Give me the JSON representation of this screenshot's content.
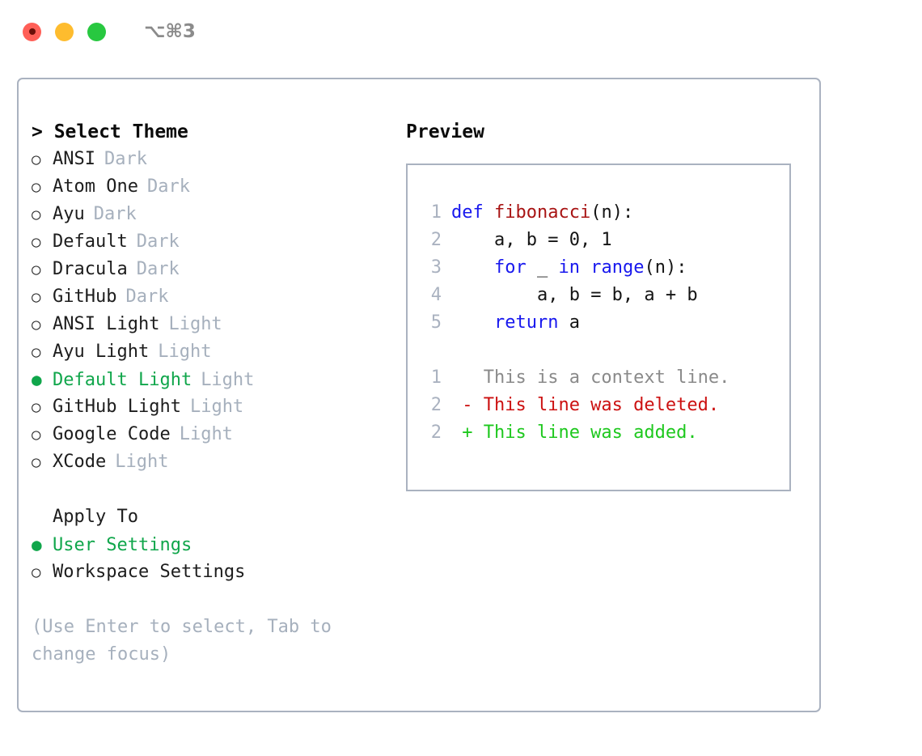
{
  "titlebar": {
    "shortcut": "⌥⌘3",
    "buttons": [
      {
        "name": "close",
        "color": "#ff5f57"
      },
      {
        "name": "minimize",
        "color": "#febc2e"
      },
      {
        "name": "maximize",
        "color": "#28c840"
      }
    ]
  },
  "theme_picker": {
    "header": "> Select Theme",
    "selected_bullet": "●",
    "unselected_bullet": "○",
    "selected_color": "#10a64b",
    "mode_label_color": "#a6b0bd",
    "items": [
      {
        "name": "ANSI",
        "mode": "Dark",
        "selected": false
      },
      {
        "name": "Atom One",
        "mode": "Dark",
        "selected": false
      },
      {
        "name": "Ayu",
        "mode": "Dark",
        "selected": false
      },
      {
        "name": "Default",
        "mode": "Dark",
        "selected": false
      },
      {
        "name": "Dracula",
        "mode": "Dark",
        "selected": false
      },
      {
        "name": "GitHub",
        "mode": "Dark",
        "selected": false
      },
      {
        "name": "ANSI Light",
        "mode": "Light",
        "selected": false
      },
      {
        "name": "Ayu Light",
        "mode": "Light",
        "selected": false
      },
      {
        "name": "Default Light",
        "mode": "Light",
        "selected": true
      },
      {
        "name": "GitHub Light",
        "mode": "Light",
        "selected": false
      },
      {
        "name": "Google Code",
        "mode": "Light",
        "selected": false
      },
      {
        "name": "XCode",
        "mode": "Light",
        "selected": false
      }
    ]
  },
  "apply_to": {
    "header": "Apply To",
    "items": [
      {
        "name": "User Settings",
        "selected": true
      },
      {
        "name": "Workspace Settings",
        "selected": false
      }
    ]
  },
  "hint": "(Use Enter to select, Tab to change focus)",
  "preview": {
    "title": "Preview",
    "code_lines": [
      {
        "lineno": "1",
        "indent": "",
        "tokens": [
          {
            "t": "def ",
            "c": "kw"
          },
          {
            "t": "fibonacci",
            "c": "fn"
          },
          {
            "t": "(n):",
            "c": "plain"
          }
        ]
      },
      {
        "lineno": "2",
        "indent": "    ",
        "tokens": [
          {
            "t": "a, b = 0, 1",
            "c": "plain"
          }
        ]
      },
      {
        "lineno": "3",
        "indent": "    ",
        "tokens": [
          {
            "t": "for ",
            "c": "kw"
          },
          {
            "t": "_ ",
            "c": "plain"
          },
          {
            "t": "in ",
            "c": "kw"
          },
          {
            "t": "range",
            "c": "kw"
          },
          {
            "t": "(n):",
            "c": "plain"
          }
        ]
      },
      {
        "lineno": "4",
        "indent": "        ",
        "tokens": [
          {
            "t": "a, b = b, a + b",
            "c": "plain"
          }
        ]
      },
      {
        "lineno": "5",
        "indent": "    ",
        "tokens": [
          {
            "t": "return ",
            "c": "kw"
          },
          {
            "t": "a",
            "c": "plain"
          }
        ]
      }
    ],
    "diff_lines": [
      {
        "lineno": "1",
        "marker": " ",
        "text": "This is a context line.",
        "kind": "ctx"
      },
      {
        "lineno": "2",
        "marker": "-",
        "text": "This line was deleted.",
        "kind": "del"
      },
      {
        "lineno": "2",
        "marker": "+",
        "text": "This line was added.",
        "kind": "add"
      }
    ],
    "colors": {
      "keyword": "#1818ee",
      "function": "#a81414",
      "plain": "#141414",
      "lineno": "#aab2c0",
      "diff_context": "#8a8a8a",
      "diff_deleted": "#cc1111",
      "diff_added": "#1ec81e",
      "border": "#aab2c0"
    }
  }
}
